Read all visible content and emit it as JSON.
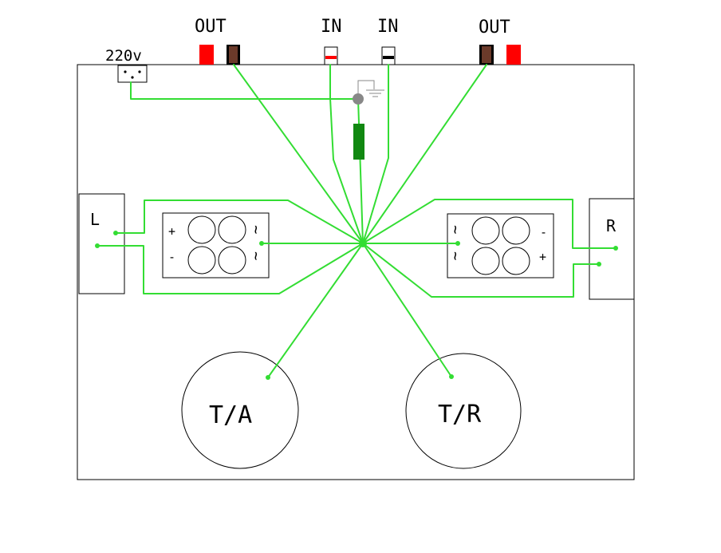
{
  "labels": {
    "mains": "220v",
    "out_left": "OUT",
    "in_1": "IN",
    "in_2": "IN",
    "out_right": "OUT",
    "board_left": "L",
    "board_right": "R",
    "transformer_left": "T/A",
    "transformer_right": "T/R",
    "plus": "+",
    "minus": "-",
    "ac": "~"
  },
  "colors": {
    "wire": "#33dd33",
    "terminal_red": "#ff0000",
    "terminal_black": "#000000",
    "resistor": "#118811",
    "ground_node": "#888888",
    "outline": "#000000"
  },
  "icons": {
    "ground": "ground-symbol-icon",
    "mains_socket": "power-socket-icon"
  }
}
